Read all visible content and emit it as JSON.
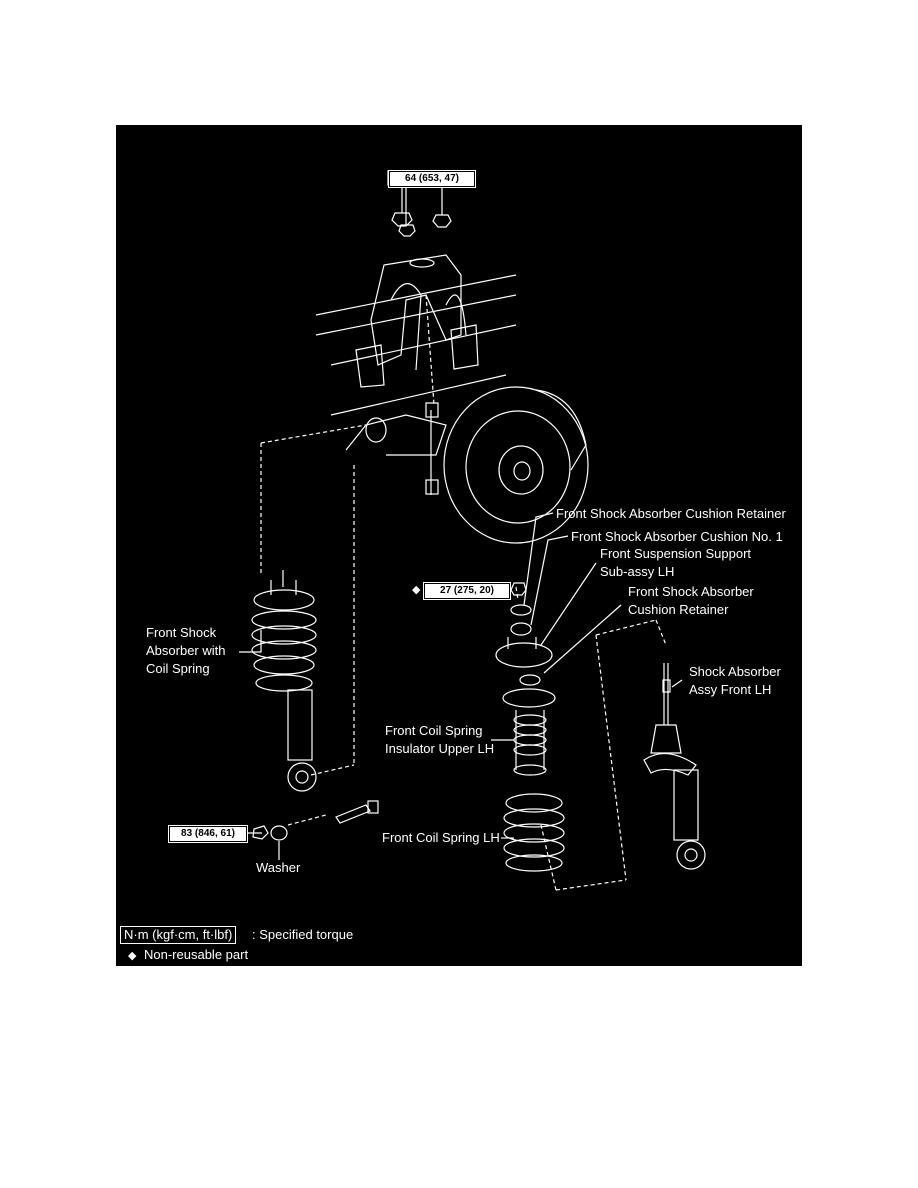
{
  "torque_specs": {
    "upper_nuts": "64 (653, 47)",
    "support_nut": "27 (275, 20)",
    "lower_bolt": "83 (846, 61)"
  },
  "labels": {
    "cushion_retainer_top": "Front Shock Absorber Cushion Retainer",
    "cushion_no1": "Front Shock Absorber Cushion No. 1",
    "support_sub_assy": "Front Suspension Support\nSub-assy  LH",
    "cushion_retainer_lower": "Front Shock Absorber\nCushion Retainer",
    "shock_with_spring": "Front Shock\nAbsorber with\nCoil Spring",
    "shock_assy": "Shock Absorber\nAssy Front LH",
    "spring_insulator": "Front Coil Spring\nInsulator Upper LH",
    "coil_spring": "Front Coil Spring LH",
    "washer": "Washer"
  },
  "legend": {
    "torque_unit": "N·m (kgf·cm, ft·lbf)",
    "torque_text": ": Specified torque",
    "nonreusable_symbol": "◆",
    "nonreusable_text": "Non-reusable part"
  },
  "colors": {
    "background": "#000000",
    "lines": "#ffffff"
  }
}
